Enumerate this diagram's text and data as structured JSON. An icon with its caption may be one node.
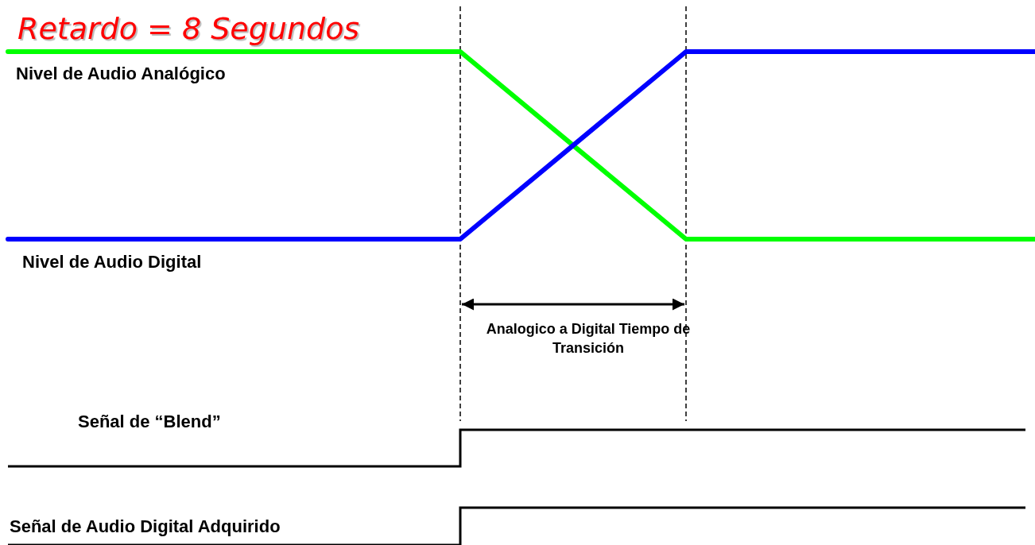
{
  "diagram": {
    "title": "Retardo = 8 Segundos",
    "labels": [
      "Nivel de Audio Analógico",
      "Nivel de Audio Digital",
      "Analogico a Digital Tiempo de Transición",
      "Señal de “Blend”",
      "Señal de Audio Digital Adquirido"
    ]
  }
}
